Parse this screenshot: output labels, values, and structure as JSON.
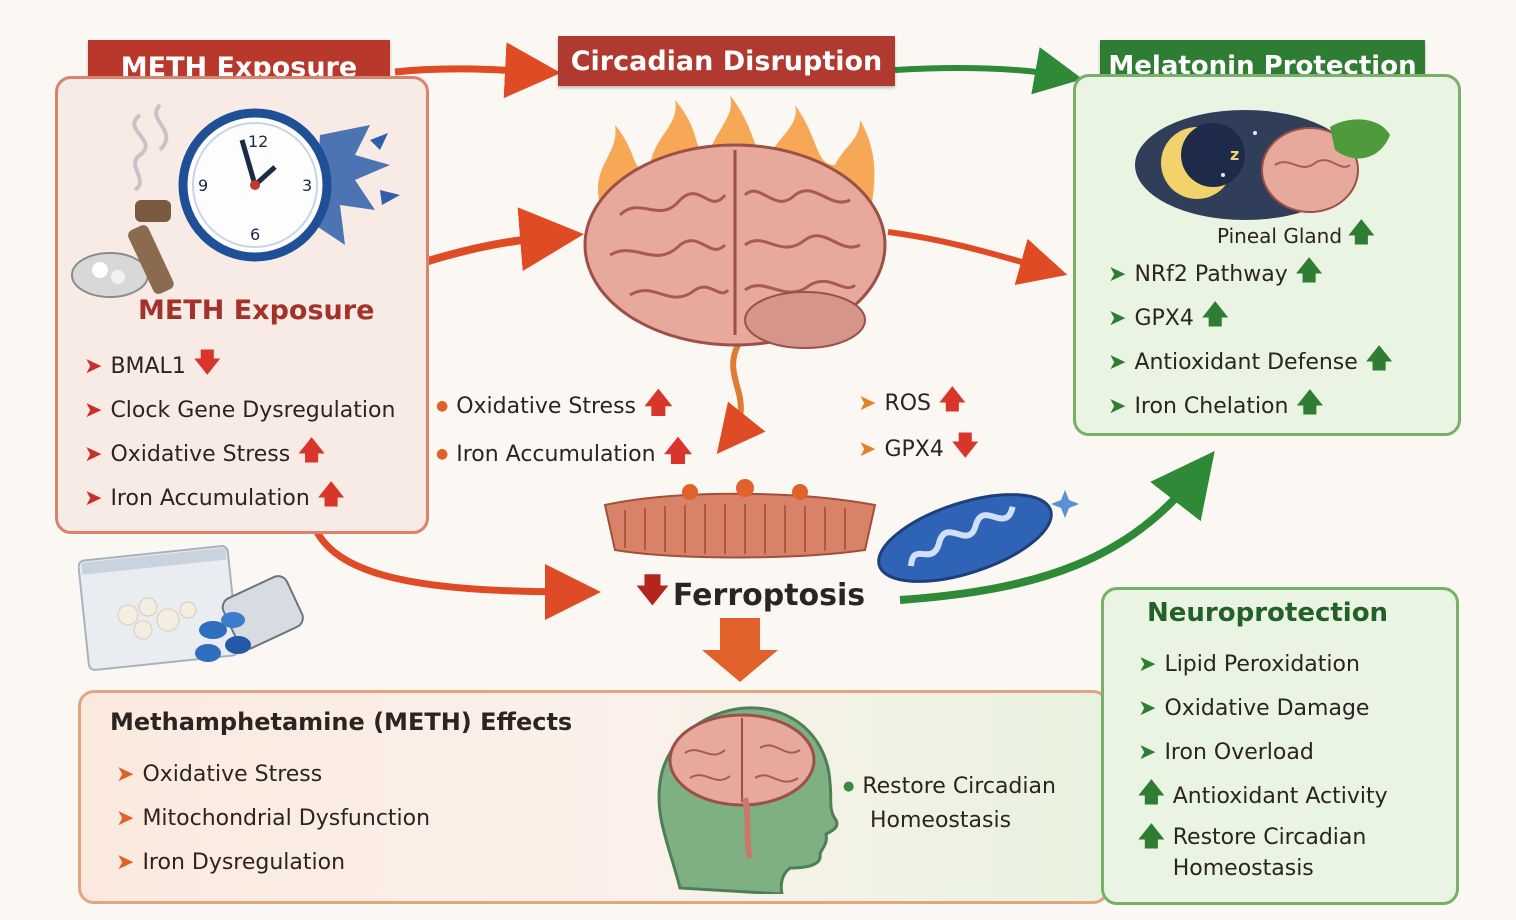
{
  "top_banners": {
    "meth": "METH Exposure",
    "circadian": "Circadian Disruption",
    "melatonin": "Melatonin Protection"
  },
  "meth_panel": {
    "title": "METH Exposure",
    "clock_numbers": [
      "12",
      "3",
      "6",
      "9"
    ],
    "items": [
      {
        "label": "BMAL1",
        "trend": "down"
      },
      {
        "label": "Clock Gene Dysregulation",
        "trend": "none"
      },
      {
        "label": "Oxidative Stress",
        "trend": "up"
      },
      {
        "label": "Iron Accumulation",
        "trend": "up"
      }
    ]
  },
  "center": {
    "left_items": [
      {
        "label": "Oxidative Stress",
        "trend": "up"
      },
      {
        "label": "Iron Accumulation",
        "trend": "up"
      }
    ],
    "right_items": [
      {
        "label": "ROS",
        "trend": "up"
      },
      {
        "label": "GPX4",
        "trend": "down"
      }
    ],
    "ferroptosis": "Ferroptosis"
  },
  "melatonin_panel": {
    "pineal_label": "Pineal Gland",
    "sleep_glyph": "z",
    "items": [
      {
        "label": "NRf2 Pathway",
        "trend": "up"
      },
      {
        "label": "GPX4",
        "trend": "up"
      },
      {
        "label": "Antioxidant Defense",
        "trend": "up"
      },
      {
        "label": "Iron Chelation",
        "trend": "up"
      }
    ]
  },
  "effects_panel": {
    "title": "Methamphetamine (METH) Effects",
    "items": [
      "Oxidative Stress",
      "Mitochondrial Dysfunction",
      "Iron Dysregulation"
    ],
    "restore_line1": "Restore Circadian",
    "restore_line2": "Homeostasis"
  },
  "neuro_panel": {
    "title": "Neuroprotection",
    "items": [
      {
        "label": "Lipid Peroxidation",
        "icon": "right"
      },
      {
        "label": "Oxidative Damage",
        "icon": "right"
      },
      {
        "label": "Iron Overload",
        "icon": "right"
      },
      {
        "label": "Antioxidant Activity",
        "icon": "up"
      }
    ],
    "restore_line1": "Restore Circadian",
    "restore_line2": "Homeostasis"
  },
  "colors": {
    "red": "#b8382c",
    "orange": "#e0622a",
    "green": "#2e7d32",
    "panel_red_bg": "#f8ebe6",
    "panel_green_bg": "#eaf4e2"
  }
}
